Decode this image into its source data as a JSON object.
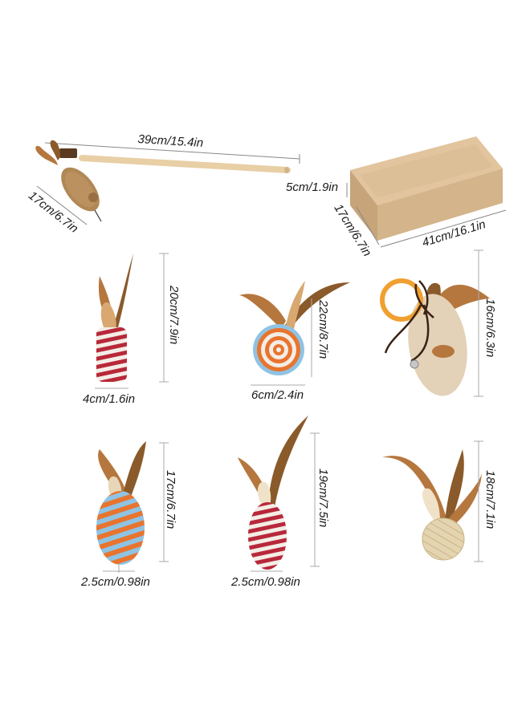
{
  "dimensions": {
    "wand_length": "39cm/15.4in",
    "wand_mouse_length": "17cm/6.7in",
    "box_height": "5cm/1.9in",
    "box_width": "17cm/6.7in",
    "box_length": "41cm/16.1in",
    "coil_height": "20cm/7.9in",
    "coil_width": "4cm/1.6in",
    "spiral_height": "22cm/8.7in",
    "spiral_width": "6cm/2.4in",
    "plush_height": "16cm/6.3in",
    "mouse_blue_height": "17cm/6.7in",
    "mouse_blue_width": "2.5cm/0.98in",
    "mouse_red_height": "19cm/7.5in",
    "mouse_red_width": "2.5cm/0.98in",
    "ball_height": "18cm/7.1in"
  },
  "colors": {
    "feather": "#b5773e",
    "red_stripe": "#b8283a",
    "orange_stripe": "#e8742e",
    "blue_stripe": "#8fc3e3",
    "box": "#d6b58f",
    "wand": "#e8cfa5",
    "plush": "#e3d2b8",
    "ring": "#f0a030",
    "straw": "#e4d4b0"
  }
}
